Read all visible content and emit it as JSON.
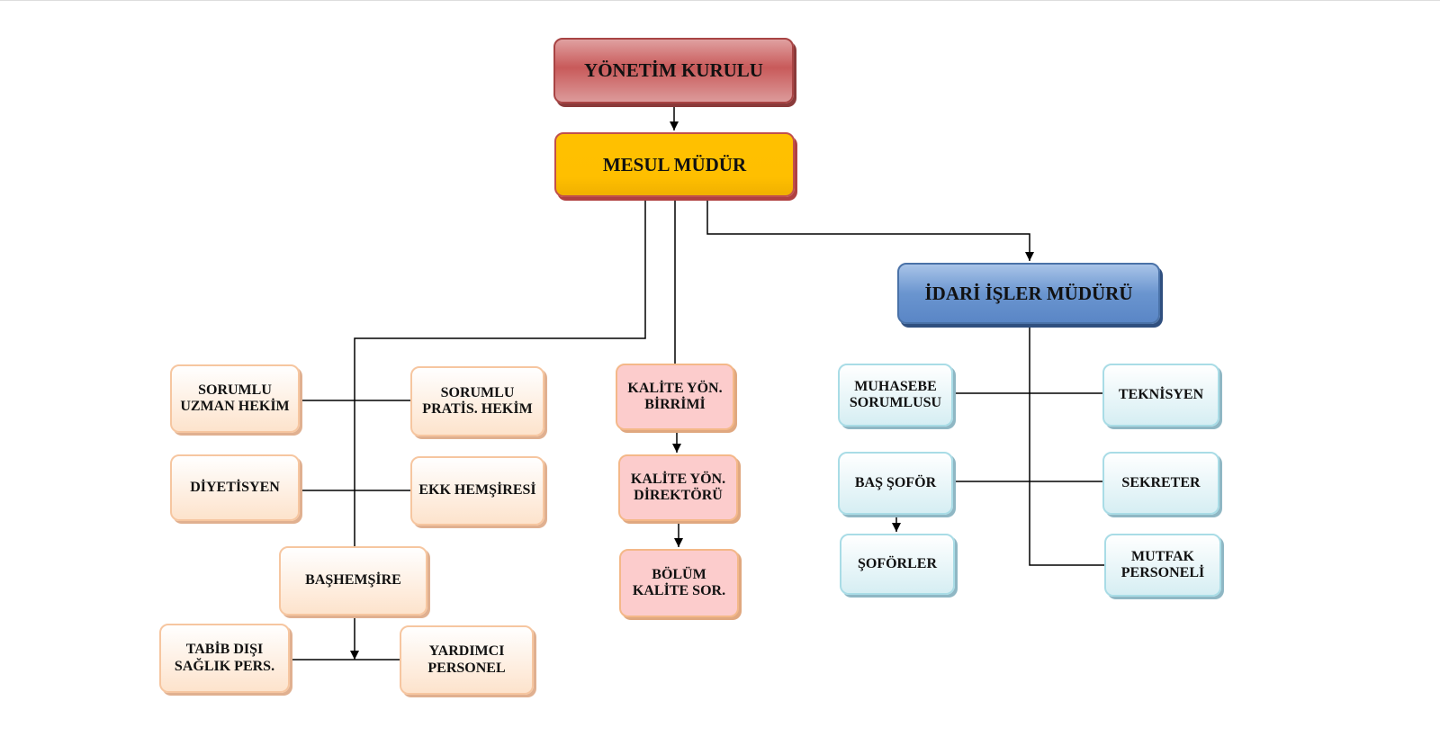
{
  "nodes": {
    "yonetim_kurulu": "YÖNETİM KURULU",
    "mesul_mudur": "MESUL MÜDÜR",
    "idari_isler_muduru": "İDARİ İŞLER MÜDÜRÜ",
    "sorumlu_uzman_hekim": "SORUMLU\nUZMAN HEKİM",
    "sorumlu_pratis_hekim": "SORUMLU\nPRATİS. HEKİM",
    "diyetisyen": "DİYETİSYEN",
    "ekk_hemsiresi": "EKK HEMŞİRESİ",
    "bashemsire": "BAŞHEMŞİRE",
    "tabib_disi": "TABİB DIŞI\nSAĞLIK PERS.",
    "yardimci_personel": "YARDIMCI\nPERSONEL",
    "kalite_birimi": "KALİTE YÖN.\nBİRRİMİ",
    "kalite_direktoru": "KALİTE YÖN.\nDİREKTÖRÜ",
    "bolum_kalite": "BÖLÜM\nKALİTE SOR.",
    "muhasebe": "MUHASEBE\nSORUMLUSU",
    "teknisyen": "TEKNİSYEN",
    "bas_sofor": "BAŞ ŞOFÖR",
    "sekreter": "SEKRETER",
    "soforler": "ŞOFÖRLER",
    "mutfak": "MUTFAK\nPERSONELİ"
  },
  "colors": {
    "board": "#c85a5a",
    "director": "#ffc000",
    "admin": "#6a95cf",
    "medical": "#fde3cc",
    "quality": "#fccccc",
    "admin_staff": "#d6eef3"
  }
}
